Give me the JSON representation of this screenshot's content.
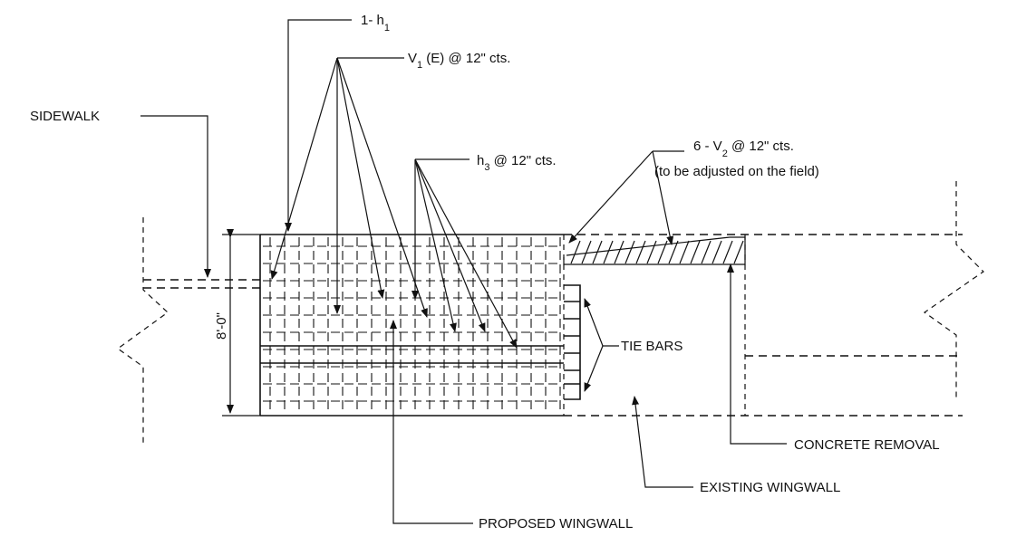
{
  "labels": {
    "h1": {
      "main": "1- h",
      "sub": "1"
    },
    "v1": {
      "main": "V",
      "sub": "1",
      "rest": " (E) @ 12\" cts."
    },
    "sidewalk": "SIDEWALK",
    "h3": {
      "main": "h",
      "sub": "3",
      "rest": " @ 12\" cts."
    },
    "v2": {
      "main": "6 - V",
      "sub": "2",
      "rest": "  @ 12\" cts."
    },
    "v2_note": "(to be adjusted on the field)",
    "height_dim": "8'-0\"",
    "tie_bars": "TIE BARS",
    "concrete_removal": "CONCRETE REMOVAL",
    "existing_wingwall": "EXISTING WINGWALL",
    "proposed_wingwall": "PROPOSED WINGWALL"
  }
}
